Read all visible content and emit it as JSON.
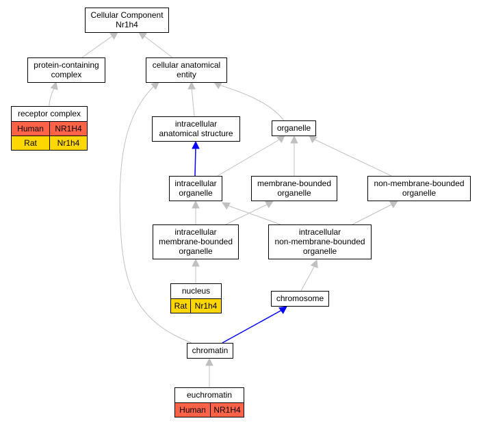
{
  "colors": {
    "human": "#ff6347",
    "rat": "#ffd700",
    "edge_default": "#c0c0c0",
    "edge_highlight": "#0000ff"
  },
  "nodes": {
    "root": {
      "lines": [
        "Cellular Component",
        "Nr1h4"
      ]
    },
    "protein_complex": {
      "lines": [
        "protein-containing",
        "complex"
      ]
    },
    "cellular_anatomical_entity": {
      "lines": [
        "cellular anatomical",
        "entity"
      ]
    },
    "receptor_complex": {
      "lines": [
        "receptor complex"
      ],
      "annotations": [
        {
          "species": "Human",
          "gene": "NR1H4",
          "color_key": "human"
        },
        {
          "species": "Rat",
          "gene": "Nr1h4",
          "color_key": "rat"
        }
      ]
    },
    "intracellular_anatomical_structure": {
      "lines": [
        "intracellular",
        "anatomical structure"
      ]
    },
    "organelle": {
      "lines": [
        "organelle"
      ]
    },
    "intracellular_organelle": {
      "lines": [
        "intracellular",
        "organelle"
      ]
    },
    "membrane_bounded_organelle": {
      "lines": [
        "membrane-bounded",
        "organelle"
      ]
    },
    "non_membrane_bounded_organelle": {
      "lines": [
        "non-membrane-bounded",
        "organelle"
      ]
    },
    "intracellular_membrane_bounded_organelle": {
      "lines": [
        "intracellular",
        "membrane-bounded",
        "organelle"
      ]
    },
    "intracellular_non_membrane_bounded_organelle": {
      "lines": [
        "intracellular",
        "non-membrane-bounded",
        "organelle"
      ]
    },
    "nucleus": {
      "lines": [
        "nucleus"
      ],
      "annotations": [
        {
          "species": "Rat",
          "gene": "Nr1h4",
          "color_key": "rat"
        }
      ]
    },
    "chromosome": {
      "lines": [
        "chromosome"
      ]
    },
    "chromatin": {
      "lines": [
        "chromatin"
      ]
    },
    "euchromatin": {
      "lines": [
        "euchromatin"
      ],
      "annotations": [
        {
          "species": "Human",
          "gene": "NR1H4",
          "color_key": "human"
        }
      ]
    }
  },
  "edges": [
    {
      "from": "protein_complex",
      "to": "root",
      "highlight": false
    },
    {
      "from": "cellular_anatomical_entity",
      "to": "root",
      "highlight": false
    },
    {
      "from": "receptor_complex",
      "to": "protein_complex",
      "highlight": false
    },
    {
      "from": "intracellular_anatomical_structure",
      "to": "cellular_anatomical_entity",
      "highlight": false
    },
    {
      "from": "organelle",
      "to": "cellular_anatomical_entity",
      "highlight": false
    },
    {
      "from": "chromatin",
      "to": "cellular_anatomical_entity",
      "highlight": false
    },
    {
      "from": "intracellular_organelle",
      "to": "intracellular_anatomical_structure",
      "highlight": true
    },
    {
      "from": "intracellular_organelle",
      "to": "organelle",
      "highlight": false
    },
    {
      "from": "membrane_bounded_organelle",
      "to": "organelle",
      "highlight": false
    },
    {
      "from": "non_membrane_bounded_organelle",
      "to": "organelle",
      "highlight": false
    },
    {
      "from": "intracellular_membrane_bounded_organelle",
      "to": "intracellular_organelle",
      "highlight": false
    },
    {
      "from": "intracellular_membrane_bounded_organelle",
      "to": "membrane_bounded_organelle",
      "highlight": false
    },
    {
      "from": "intracellular_non_membrane_bounded_organelle",
      "to": "intracellular_organelle",
      "highlight": false
    },
    {
      "from": "intracellular_non_membrane_bounded_organelle",
      "to": "non_membrane_bounded_organelle",
      "highlight": false
    },
    {
      "from": "nucleus",
      "to": "intracellular_membrane_bounded_organelle",
      "highlight": false
    },
    {
      "from": "chromosome",
      "to": "intracellular_non_membrane_bounded_organelle",
      "highlight": false
    },
    {
      "from": "chromatin",
      "to": "chromosome",
      "highlight": true
    },
    {
      "from": "euchromatin",
      "to": "chromatin",
      "highlight": false
    }
  ]
}
